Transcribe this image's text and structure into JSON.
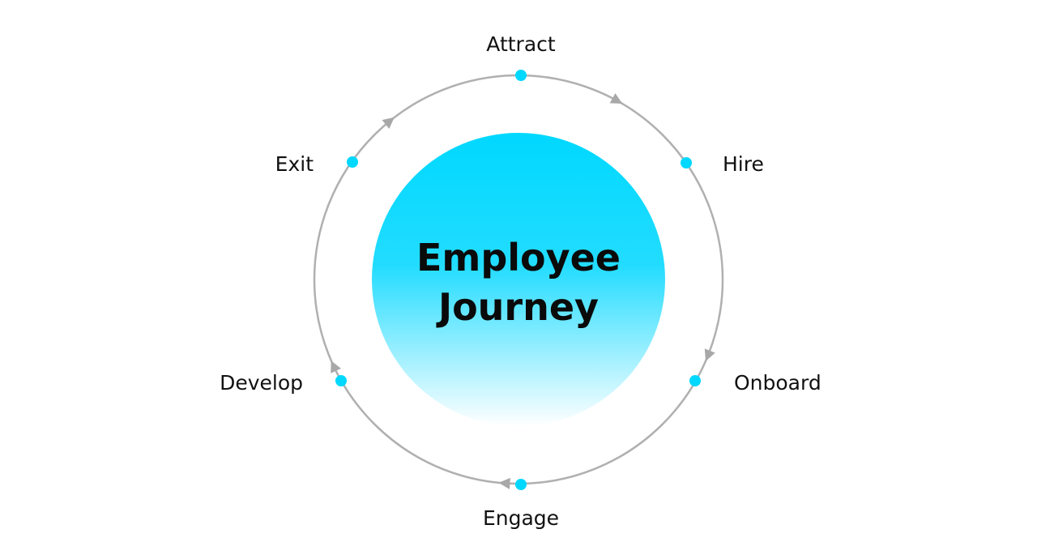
{
  "diagram": {
    "center": {
      "line1": "Employee",
      "line2": "Journey"
    },
    "stages": [
      {
        "label": "Attract"
      },
      {
        "label": "Hire"
      },
      {
        "label": "Onboard"
      },
      {
        "label": "Engage"
      },
      {
        "label": "Develop"
      },
      {
        "label": "Exit"
      }
    ],
    "colors": {
      "accent": "#00d8ff",
      "ring": "#b0b0b0",
      "arrow": "#a8a8a8",
      "text": "#111111",
      "gradient_top": "#00d8ff",
      "gradient_bottom": "#ffffff"
    }
  }
}
